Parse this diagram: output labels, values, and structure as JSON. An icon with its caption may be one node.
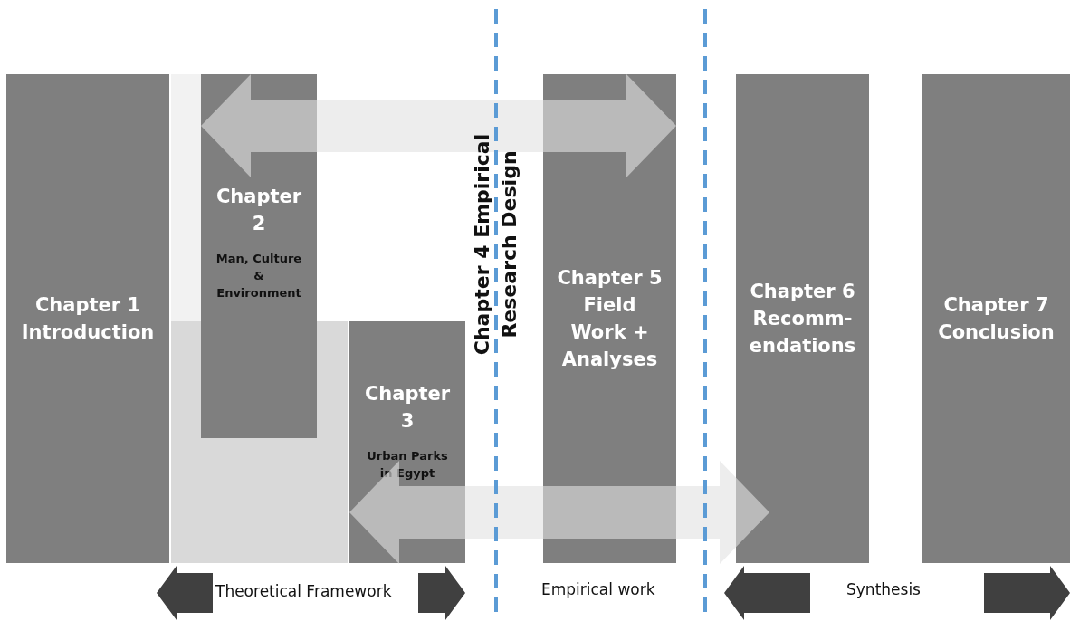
{
  "diagram": {
    "nodes": [
      {
        "text": [
          "Chapter 1 Introduction"
        ]
      },
      {
        "text": [
          "Chapter 2",
          "Man, Culture & Environment"
        ]
      },
      {
        "text": [
          "Chapter 3",
          "Urban Parks in Egypt"
        ]
      },
      {
        "text": [
          "Chapter 5 Field Work + Analyses"
        ]
      },
      {
        "text": [
          "Chapter 6 Recomm-endations"
        ]
      },
      {
        "text": [
          "Chapter 7 Conclusion"
        ]
      }
    ],
    "edges": [
      {
        "from": 1,
        "to": 3,
        "arrow": "both"
      },
      {
        "from": 2,
        "to": 4,
        "arrow": "both"
      }
    ],
    "labels": [
      "Chapter 4 Empirical Research Design",
      "Theoretical Framework",
      "Empirical work",
      "Synthesis"
    ]
  }
}
